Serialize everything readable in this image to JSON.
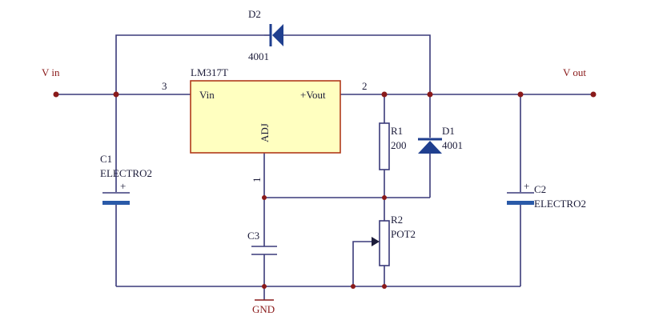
{
  "nets": {
    "vin": "V in",
    "vout": "V out",
    "gnd": "GND"
  },
  "regulator": {
    "name": "LM317T",
    "pin_vin": "Vin",
    "pin_vout": "+Vout",
    "pin_adj": "ADJ",
    "pin3": "3",
    "pin2": "2",
    "pin1": "1"
  },
  "components": {
    "d2_ref": "D2",
    "d2_val": "4001",
    "d1_ref": "D1",
    "d1_val": "4001",
    "r1_ref": "R1",
    "r1_val": "200",
    "r2_ref": "R2",
    "r2_val": "POT2",
    "c1_ref": "C1",
    "c1_val": "ELECTRO2",
    "c2_ref": "C2",
    "c2_val": "ELECTRO2",
    "c3_ref": "C3",
    "plus": "+"
  },
  "colors": {
    "wire": "#3a3a7a",
    "ic_fill": "#ffffc0",
    "ic_border": "#b03a1a",
    "node": "#8a1a1a",
    "diode": "#1f3f8f",
    "cap_plate": "#2a5aa8"
  }
}
